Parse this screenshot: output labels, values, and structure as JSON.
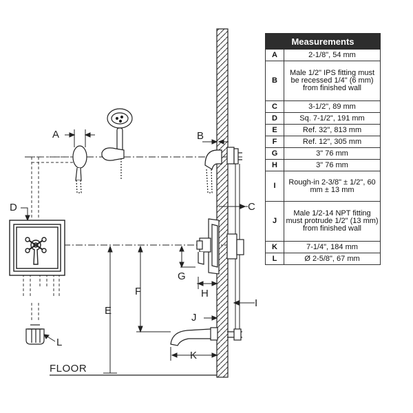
{
  "diagram": {
    "labels": {
      "A": "A",
      "B": "B",
      "C": "C",
      "D": "D",
      "E": "E",
      "F": "F",
      "G": "G",
      "H": "H",
      "I": "I",
      "J": "J",
      "K": "K",
      "L": "L",
      "floor": "FLOOR"
    }
  },
  "table": {
    "title": "Measurements",
    "rows": [
      {
        "key": "A",
        "value": "2-1/8\", 54 mm"
      },
      {
        "key": "B",
        "value": "Male 1/2\" IPS fitting must be recessed 1/4\" (6 mm) from finished wall"
      },
      {
        "key": "C",
        "value": "3-1/2\", 89 mm"
      },
      {
        "key": "D",
        "value": "Sq. 7-1/2\", 191 mm"
      },
      {
        "key": "E",
        "value": "Ref. 32\", 813 mm"
      },
      {
        "key": "F",
        "value": "Ref. 12\", 305 mm"
      },
      {
        "key": "G",
        "value": "3\" 76 mm"
      },
      {
        "key": "H",
        "value": "3\" 76 mm"
      },
      {
        "key": "I",
        "value": "Rough-in 2-3/8\" ± 1/2\", 60 mm ± 13 mm"
      },
      {
        "key": "J",
        "value": "Male 1/2-14 NPT fitting must protrude 1/2\" (13 mm) from finished wall"
      },
      {
        "key": "K",
        "value": "7-1/4\", 184 mm"
      },
      {
        "key": "L",
        "value": "Ø 2-5/8\", 67 mm"
      }
    ]
  }
}
